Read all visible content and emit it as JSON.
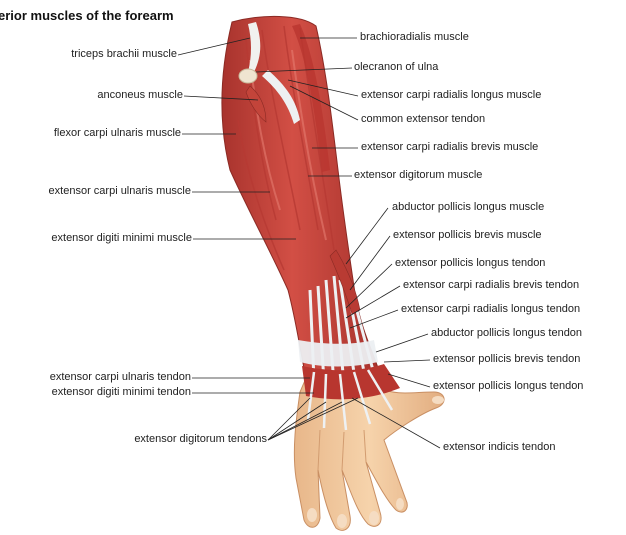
{
  "title": "erior muscles of the forearm",
  "labels_left": [
    {
      "id": "triceps",
      "text": "triceps brachii muscle"
    },
    {
      "id": "anconeus",
      "text": "anconeus muscle"
    },
    {
      "id": "fcu",
      "text": "flexor carpi ulnaris muscle"
    },
    {
      "id": "ecu",
      "text": "extensor carpi ulnaris muscle"
    },
    {
      "id": "edm",
      "text": "extensor digiti minimi muscle"
    },
    {
      "id": "ecu-tendon",
      "text": "extensor carpi ulnaris tendon"
    },
    {
      "id": "edm-tendon",
      "text": "extensor digiti minimi tendon"
    },
    {
      "id": "ed-tendons",
      "text": "extensor digitorum tendons"
    }
  ],
  "labels_right": [
    {
      "id": "brachioradialis",
      "text": "brachioradialis muscle"
    },
    {
      "id": "olecranon",
      "text": "olecranon of ulna"
    },
    {
      "id": "ecrl",
      "text": "extensor carpi radialis longus muscle"
    },
    {
      "id": "common-ext",
      "text": "common extensor tendon"
    },
    {
      "id": "ecrb",
      "text": "extensor carpi radialis brevis muscle"
    },
    {
      "id": "ed",
      "text": "extensor digitorum muscle"
    },
    {
      "id": "apl",
      "text": "abductor pollicis longus muscle"
    },
    {
      "id": "epb",
      "text": "extensor pollicis brevis muscle"
    },
    {
      "id": "epl-tendon",
      "text": "extensor pollicis longus tendon"
    },
    {
      "id": "ecrb-tendon",
      "text": "extensor carpi radialis brevis tendon"
    },
    {
      "id": "ecrl-tendon",
      "text": "extensor carpi radialis longus tendon"
    },
    {
      "id": "apl-tendon",
      "text": "abductor pollicis longus tendon"
    },
    {
      "id": "epb-tendon",
      "text": "extensor pollicis brevis tendon"
    },
    {
      "id": "epl-tendon-2",
      "text": "extensor pollicis longus tendon"
    },
    {
      "id": "ei-tendon",
      "text": "extensor indicis tendon"
    }
  ],
  "colors": {
    "muscle": "#c9443c",
    "muscle_dark": "#9e2f2a",
    "muscle_light": "#e07a6e",
    "tendon": "#e9ecef",
    "skin": "#f3c99c",
    "skin_shadow": "#dca77a",
    "leader": "#222222"
  }
}
